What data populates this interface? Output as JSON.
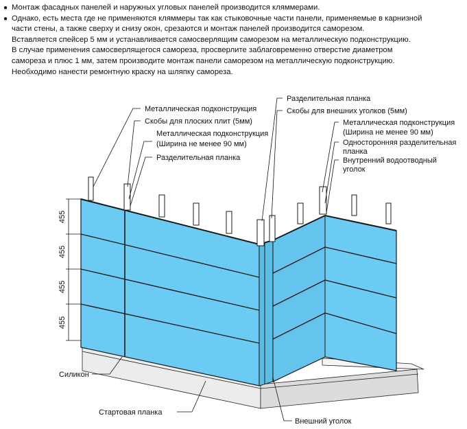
{
  "notes": [
    "Монтаж фасадных панелей и наружных угловых панелей производится кляммерами.",
    "Однако, есть места где не применяются кляммеры так как стыковочные части панели, применяемые в карнизной\nчасти стены, а также сверху и снизу окон, срезаются и монтаж панелей производится саморезом.\nВставляется спейсер 5 мм и устанавливается самосверлящим саморезом на металлическую подконструкцию.\nВ случае применения самосверлящегося самореза, просверлите заблаговременно отверстие диаметром\nсамореза и плюс 1 мм, затем производите монтаж панели саморезом на металлическую подконструкцию.\nНеобходимо нанести ремонтную краску на шляпку самореза."
  ],
  "bullet_glyph": "●",
  "labels": {
    "metal_sub": "Металлическая подконструкция",
    "brackets_flat": "Скобы для плоских плит (5мм)",
    "metal_sub_2": "Металлическая подконструкция",
    "width_min": "(Ширина не менее 90 мм)",
    "sep_strip_left": "Разделительная планка",
    "sep_strip_top": "Разделительная планка",
    "brackets_ext": "Скобы для внешних уголков (5мм)",
    "metal_sub_right": "Металлическая подконструкция",
    "width_min_right": "(Ширина не менее 90 мм)",
    "one_side_sep_1": "Односторонняя разделительная",
    "one_side_sep_2": "планка",
    "inner_drain_1": "Внутренний водоотводный",
    "inner_drain_2": "уголок",
    "silicone": "Силикон",
    "start_strip": "Стартовая планка",
    "outer_corner": "Внешний уголок"
  },
  "dimensions": [
    "455",
    "455",
    "455",
    "455"
  ],
  "colors": {
    "panel": "#6ccbf3",
    "panel_edge": "#1a1a1a",
    "line": "#111111",
    "base": "#e6e6e6"
  }
}
